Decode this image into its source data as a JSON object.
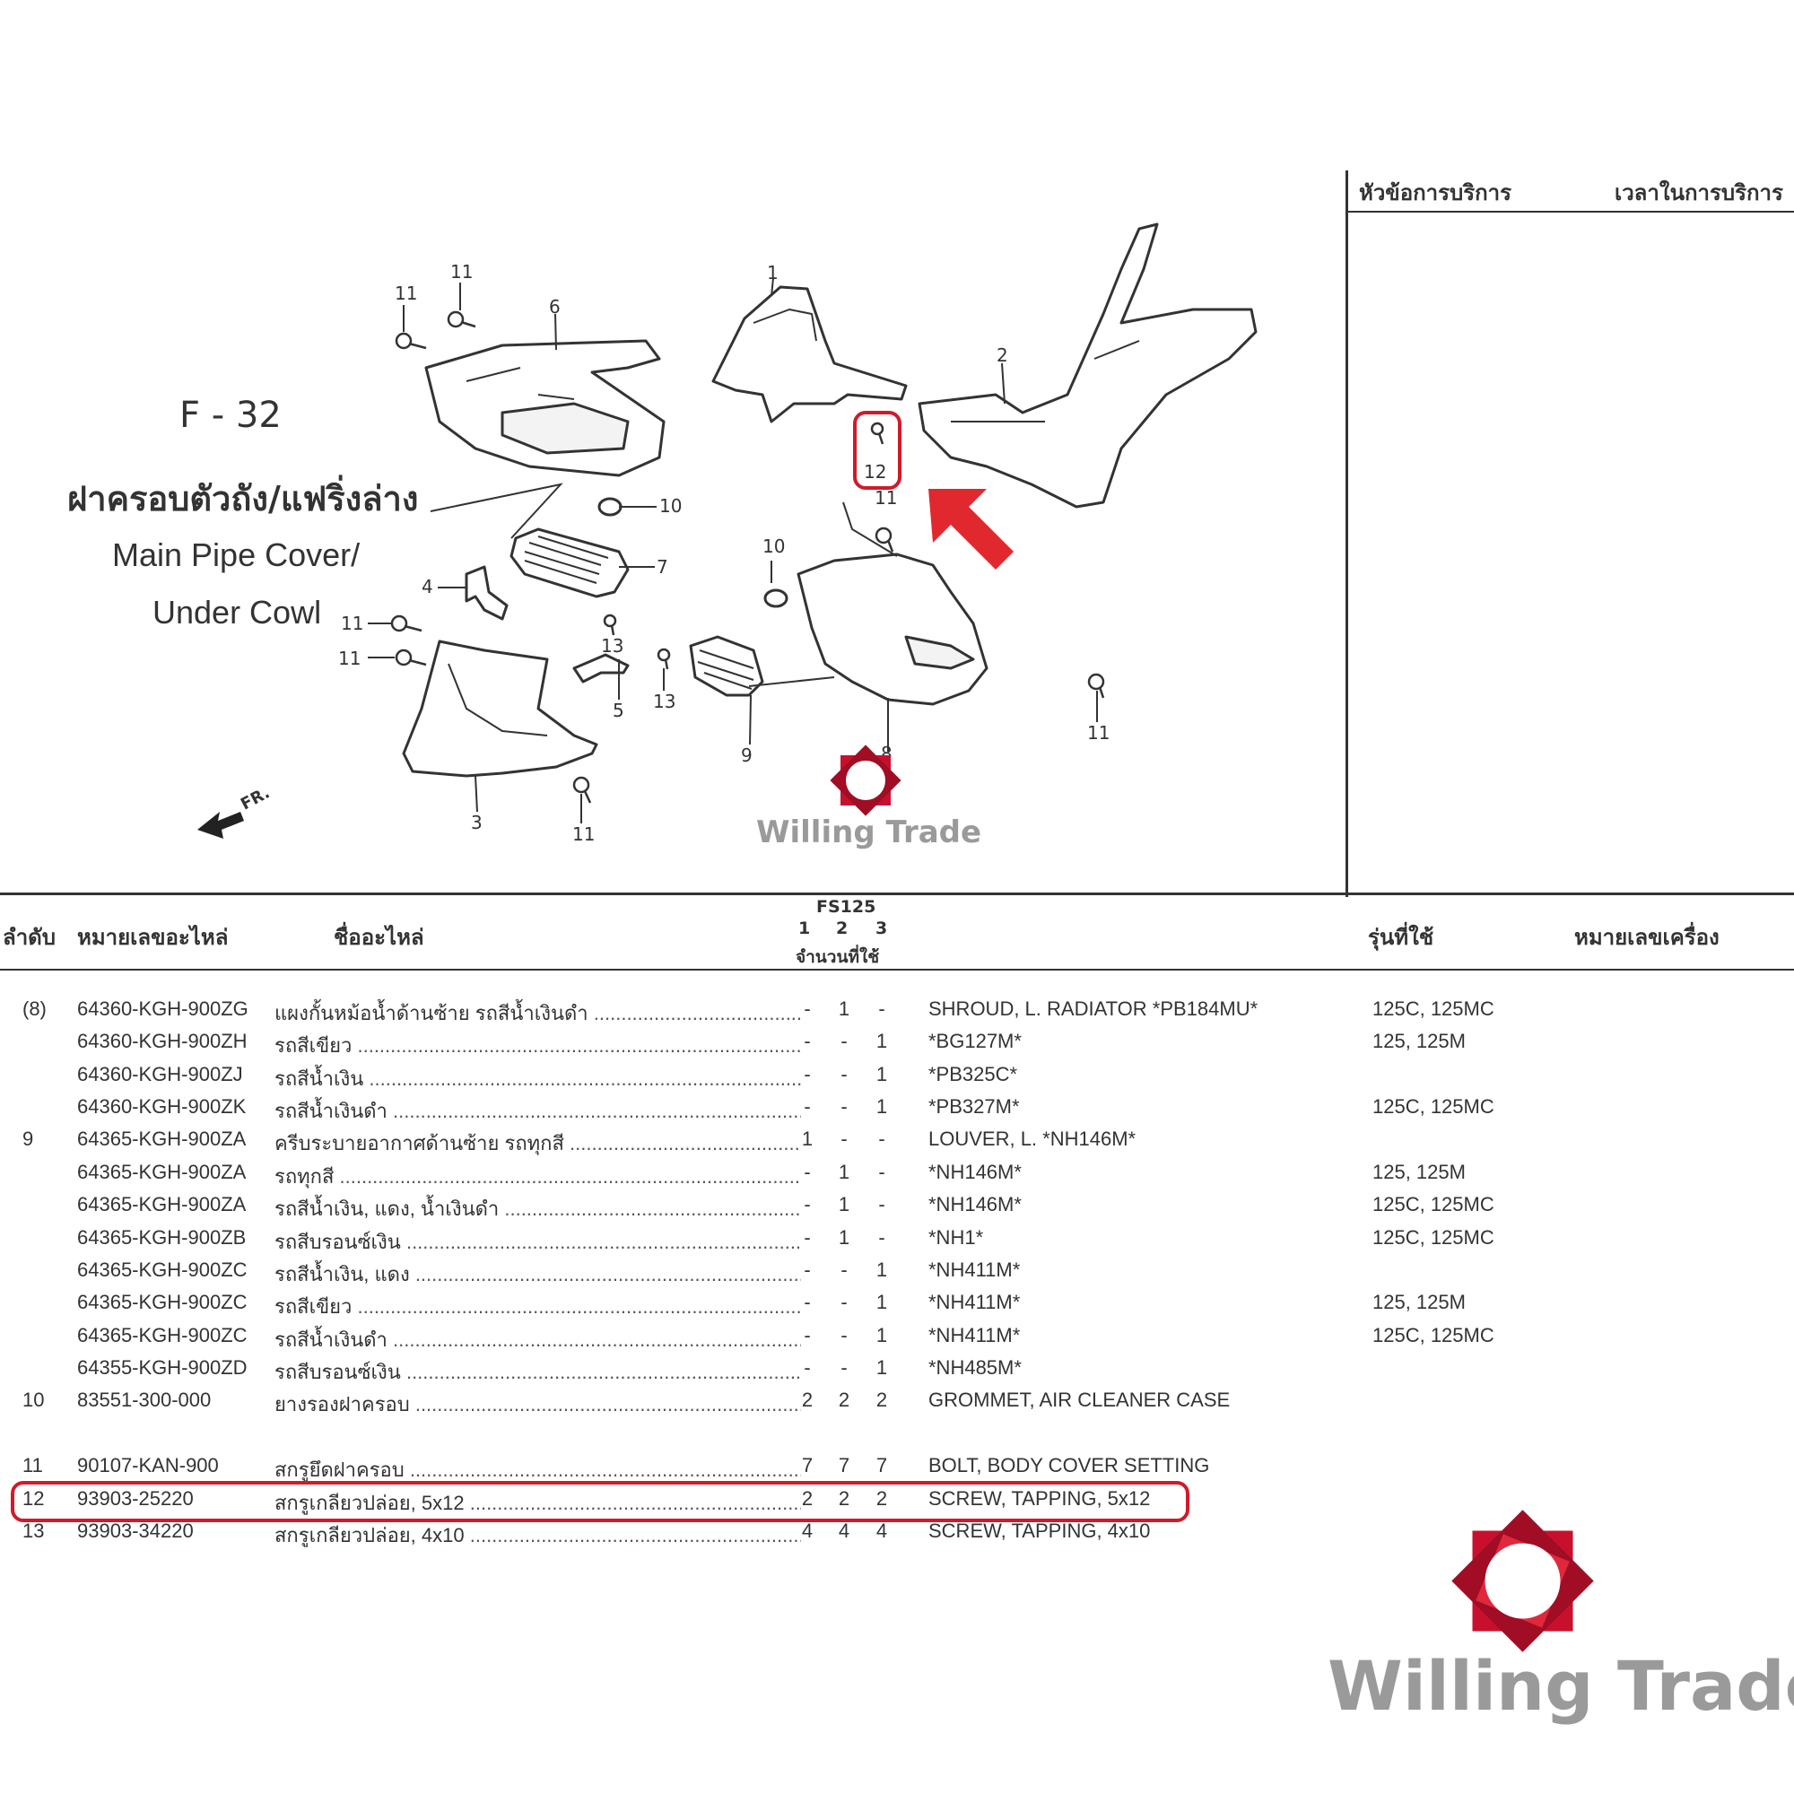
{
  "service": {
    "col1": "หัวข้อการบริการ",
    "col2": "เวลาในการบริการ"
  },
  "figure": {
    "code": "F - 32",
    "title_th": "ฝาครอบตัวถัง/แฟริ่งล่าง",
    "title_en_1": "Main Pipe Cover/",
    "title_en_2": "Under Cowl",
    "fr_label": "FR.",
    "callouts": [
      "1",
      "2",
      "3",
      "4",
      "5",
      "6",
      "7",
      "8",
      "9",
      "10",
      "10",
      "11",
      "11",
      "11",
      "11",
      "11",
      "11",
      "11",
      "11",
      "12",
      "13",
      "13"
    ]
  },
  "table": {
    "headers": {
      "no": "ลำดับ",
      "part_no": "หมายเลขอะไหล่",
      "name": "ชื่ออะไหล่",
      "model_group": "FS125",
      "q1": "1",
      "q2": "2",
      "q3": "3",
      "qty": "จำนวนที่ใช้",
      "model": "รุ่นที่ใช้",
      "engine": "หมายเลขเครื่อง"
    },
    "rows": [
      {
        "no": "(8)",
        "part": "64360-KGH-900ZG",
        "name": "แผงกั้นหม้อน้ำด้านซ้าย รถสีน้ำเงินดำ",
        "q1": "-",
        "q2": "1",
        "q3": "-",
        "en": "SHROUD, L. RADIATOR *PB184MU*",
        "model": "125C, 125MC"
      },
      {
        "no": "",
        "part": "64360-KGH-900ZH",
        "name": "รถสีเขียว",
        "q1": "-",
        "q2": "-",
        "q3": "1",
        "en": "*BG127M*",
        "model": "125, 125M"
      },
      {
        "no": "",
        "part": "64360-KGH-900ZJ",
        "name": "รถสีน้ำเงิน",
        "q1": "-",
        "q2": "-",
        "q3": "1",
        "en": "*PB325C*",
        "model": ""
      },
      {
        "no": "",
        "part": "64360-KGH-900ZK",
        "name": "รถสีน้ำเงินดำ",
        "q1": "-",
        "q2": "-",
        "q3": "1",
        "en": "*PB327M*",
        "model": "125C, 125MC"
      },
      {
        "no": "9",
        "part": "64365-KGH-900ZA",
        "name": "ครีบระบายอากาศด้านซ้าย รถทุกสี",
        "q1": "1",
        "q2": "-",
        "q3": "-",
        "en": "LOUVER, L. *NH146M*",
        "model": ""
      },
      {
        "no": "",
        "part": "64365-KGH-900ZA",
        "name": "รถทุกสี",
        "q1": "-",
        "q2": "1",
        "q3": "-",
        "en": "*NH146M*",
        "model": "125, 125M"
      },
      {
        "no": "",
        "part": "64365-KGH-900ZA",
        "name": "รถสีน้ำเงิน, แดง, น้ำเงินดำ",
        "q1": "-",
        "q2": "1",
        "q3": "-",
        "en": "*NH146M*",
        "model": "125C, 125MC"
      },
      {
        "no": "",
        "part": "64365-KGH-900ZB",
        "name": "รถสีบรอนซ์เงิน",
        "q1": "-",
        "q2": "1",
        "q3": "-",
        "en": "*NH1*",
        "model": "125C, 125MC"
      },
      {
        "no": "",
        "part": "64365-KGH-900ZC",
        "name": "รถสีน้ำเงิน, แดง",
        "q1": "-",
        "q2": "-",
        "q3": "1",
        "en": "*NH411M*",
        "model": ""
      },
      {
        "no": "",
        "part": "64365-KGH-900ZC",
        "name": "รถสีเขียว",
        "q1": "-",
        "q2": "-",
        "q3": "1",
        "en": "*NH411M*",
        "model": "125, 125M"
      },
      {
        "no": "",
        "part": "64365-KGH-900ZC",
        "name": "รถสีน้ำเงินดำ",
        "q1": "-",
        "q2": "-",
        "q3": "1",
        "en": "*NH411M*",
        "model": "125C, 125MC"
      },
      {
        "no": "",
        "part": "64355-KGH-900ZD",
        "name": "รถสีบรอนซ์เงิน",
        "q1": "-",
        "q2": "-",
        "q3": "1",
        "en": "*NH485M*",
        "model": ""
      },
      {
        "no": "10",
        "part": "83551-300-000",
        "name": "ยางรองฝาครอบ",
        "q1": "2",
        "q2": "2",
        "q3": "2",
        "en": "GROMMET, AIR CLEANER CASE",
        "model": ""
      },
      {
        "no": "11",
        "part": "90107-KAN-900",
        "name": "สกรูยึดฝาครอบ",
        "q1": "7",
        "q2": "7",
        "q3": "7",
        "en": "BOLT, BODY COVER SETTING",
        "model": ""
      },
      {
        "no": "12",
        "part": "93903-25220",
        "name": "สกรูเกลียวปล่อย, 5x12",
        "q1": "2",
        "q2": "2",
        "q3": "2",
        "en": "SCREW, TAPPING, 5x12",
        "model": ""
      },
      {
        "no": "13",
        "part": "93903-34220",
        "name": "สกรูเกลียวปล่อย, 4x10",
        "q1": "4",
        "q2": "4",
        "q3": "4",
        "en": "SCREW, TAPPING, 4x10",
        "model": ""
      }
    ]
  },
  "logo": {
    "small_text": "Willing Trade",
    "large_text": "Willing Trade",
    "red": "#c8102e",
    "gray": "#9a9a9a"
  },
  "colors": {
    "highlight": "#d11a2a",
    "arrow": "#e0282e"
  }
}
